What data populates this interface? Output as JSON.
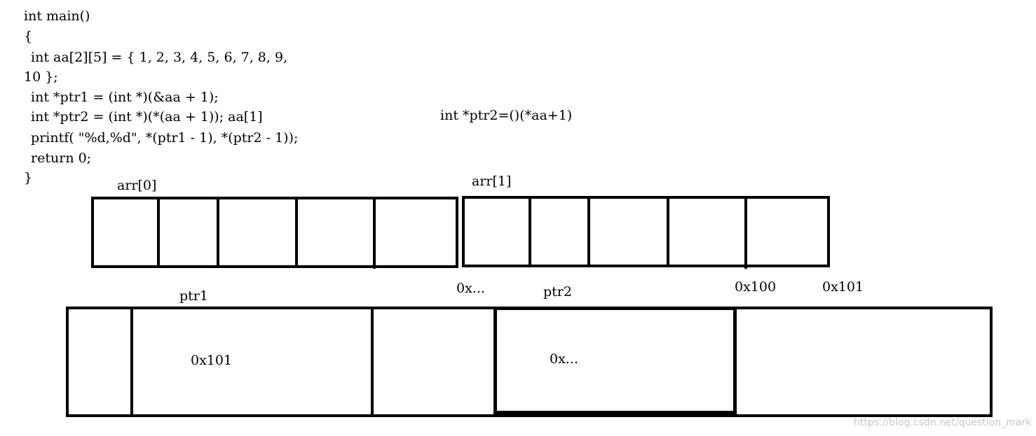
{
  "code": {
    "lines": [
      "int main()",
      "{",
      " int aa[2][5] = { 1, 2, 3, 4, 5, 6, 7, 8, 9,",
      "10 };",
      " int *ptr1 = (int *)(&aa + 1);",
      " int *ptr2 = (int *)(*(aa + 1)); aa[1]",
      " printf( \"%d,%d\", *(ptr1 - 1), *(ptr2 - 1));",
      " return 0;",
      "}"
    ],
    "side_note": "int *ptr2=()(*aa+1)"
  },
  "array_diagram": {
    "row0_label": "arr[0]",
    "row1_label": "arr[1]"
  },
  "memory_diagram": {
    "addr_before_ptr2": "0x...",
    "ptr2_label": "ptr2",
    "addr_0x100": "0x100",
    "addr_0x101": "0x101",
    "ptr1_label": "ptr1",
    "ptr1_value": "0x101",
    "ptr2_value": "0x..."
  },
  "watermark": "https://blog.csdn.net/question_mark"
}
